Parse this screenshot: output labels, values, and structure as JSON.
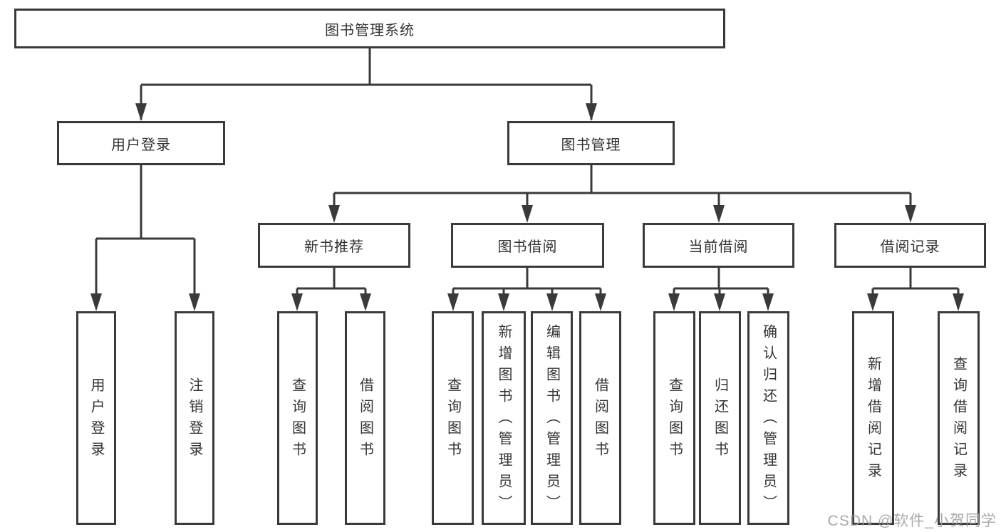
{
  "tree": {
    "root": {
      "label": "图书管理系统"
    },
    "level2": [
      {
        "label": "用户登录"
      },
      {
        "label": "图书管理"
      }
    ],
    "level3": [
      {
        "label": "新书推荐"
      },
      {
        "label": "图书借阅"
      },
      {
        "label": "当前借阅"
      },
      {
        "label": "借阅记录"
      }
    ],
    "leaves": {
      "user_login": [
        {
          "label": "用户登录"
        },
        {
          "label": "注销登录"
        }
      ],
      "new_book": [
        {
          "label": "查询图书"
        },
        {
          "label": "借阅图书"
        }
      ],
      "borrowing": [
        {
          "label": "查询图书"
        },
        {
          "label": "新增图书（管理员）"
        },
        {
          "label": "编辑图书（管理员）"
        },
        {
          "label": "借阅图书"
        }
      ],
      "current": [
        {
          "label": "查询图书"
        },
        {
          "label": "归还图书"
        },
        {
          "label": "确认归还（管理员）"
        }
      ],
      "records": [
        {
          "label": "新增借阅记录"
        },
        {
          "label": "查询借阅记录"
        }
      ]
    }
  },
  "watermark": {
    "text": "CSDN @软件_小贺同学"
  },
  "colors": {
    "line": "#3a3a3a",
    "text": "#333333",
    "watermark": "#9b9b9b",
    "background": "#ffffff"
  }
}
